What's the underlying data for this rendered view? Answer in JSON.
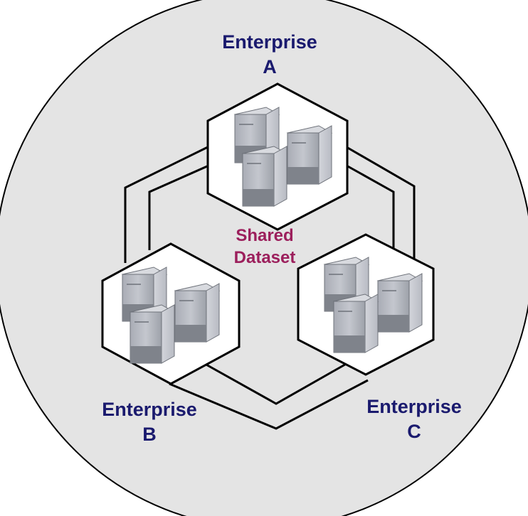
{
  "enterprises": [
    {
      "id": "a",
      "line1": "Enterprise",
      "line2": "A"
    },
    {
      "id": "b",
      "line1": "Enterprise",
      "line2": "B"
    },
    {
      "id": "c",
      "line1": "Enterprise",
      "line2": "C"
    }
  ],
  "shared_dataset": {
    "line1": "Shared",
    "line2": "Dataset"
  },
  "colors": {
    "background_circle": "#e4e4e4",
    "enterprise_text": "#1a1a6e",
    "shared_text": "#9c1f5c",
    "outline": "#000000",
    "cube_face": "#ffffff"
  },
  "icons": {
    "server": "server-icon",
    "cube": "cube-outline"
  }
}
